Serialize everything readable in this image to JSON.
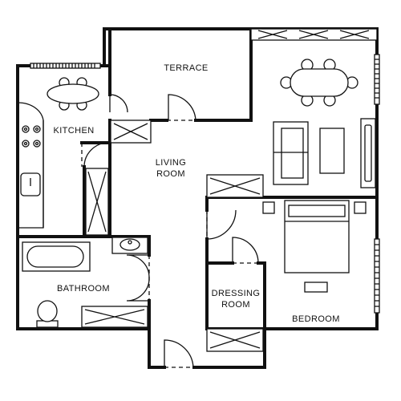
{
  "rooms": {
    "terrace": "TERRACE",
    "kitchen": "KITCHEN",
    "living_line1": "LIVING",
    "living_line2": "ROOM",
    "bathroom": "BATHROOM",
    "dressing_line1": "DRESSING",
    "dressing_line2": "ROOM",
    "bedroom": "BEDROOM"
  }
}
